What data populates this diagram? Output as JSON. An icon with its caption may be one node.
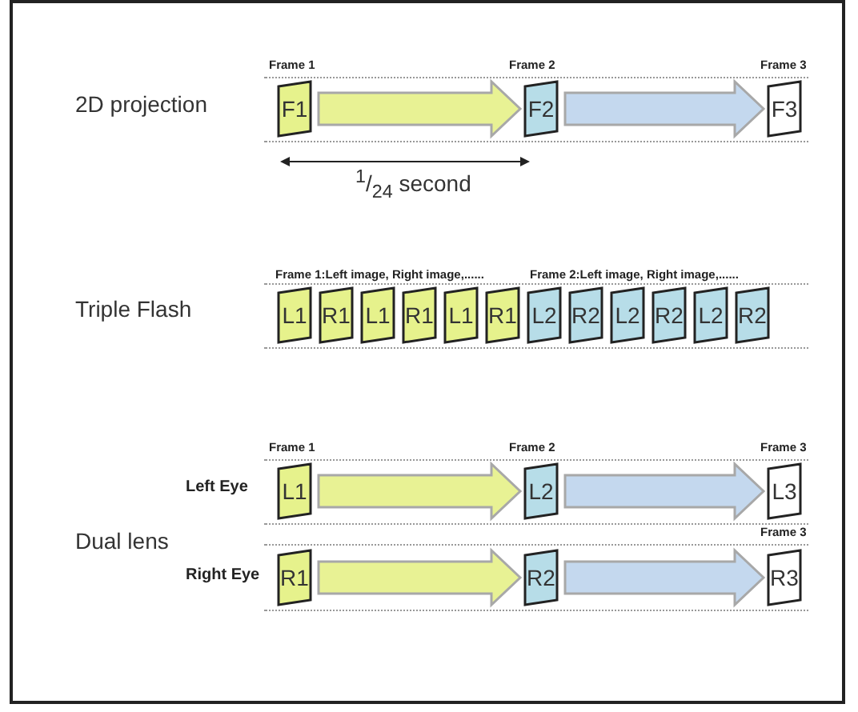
{
  "diagram": {
    "nodes": [
      {
        "text": [
          "F1"
        ]
      },
      {
        "text": [
          "F2"
        ]
      },
      {
        "text": [
          "F3"
        ]
      },
      {
        "text": [
          "L1"
        ]
      },
      {
        "text": [
          "R1"
        ]
      },
      {
        "text": [
          "L1"
        ]
      },
      {
        "text": [
          "R1"
        ]
      },
      {
        "text": [
          "L1"
        ]
      },
      {
        "text": [
          "R1"
        ]
      },
      {
        "text": [
          "L2"
        ]
      },
      {
        "text": [
          "R2"
        ]
      },
      {
        "text": [
          "L2"
        ]
      },
      {
        "text": [
          "R2"
        ]
      },
      {
        "text": [
          "L2"
        ]
      },
      {
        "text": [
          "R2"
        ]
      },
      {
        "text": [
          "L1"
        ]
      },
      {
        "text": [
          "L2"
        ]
      },
      {
        "text": [
          "L3"
        ]
      },
      {
        "text": [
          "R1"
        ]
      },
      {
        "text": [
          "R2"
        ]
      },
      {
        "text": [
          "R3"
        ]
      }
    ],
    "edges": [
      {
        "from": 0,
        "to": 1,
        "arrow": "to",
        "style": "thick",
        "color": "#e8f294"
      },
      {
        "from": 1,
        "to": 2,
        "arrow": "to",
        "style": "thick",
        "color": "#c4d8ee"
      },
      {
        "from": 15,
        "to": 16,
        "arrow": "to",
        "style": "thick",
        "color": "#e8f294"
      },
      {
        "from": 16,
        "to": 17,
        "arrow": "to",
        "style": "thick",
        "color": "#c4d8ee"
      },
      {
        "from": 18,
        "to": 19,
        "arrow": "to",
        "style": "thick",
        "color": "#e8f294"
      },
      {
        "from": 19,
        "to": 20,
        "arrow": "to",
        "style": "thick",
        "color": "#c4d8ee"
      }
    ],
    "labels": [
      "Frame 1",
      "Frame 2",
      "Frame 3",
      "2D projection",
      "$^{1}$/$_{24}$ second",
      "Frame 1:Left image, Right image,......",
      "Frame 2:Left image, Right image,......",
      "Triple Flash",
      "Frame 1",
      "Frame 2",
      "Frame 3",
      "Left Eye",
      "Dual lens",
      "Frame 3",
      "Right Eye"
    ]
  }
}
